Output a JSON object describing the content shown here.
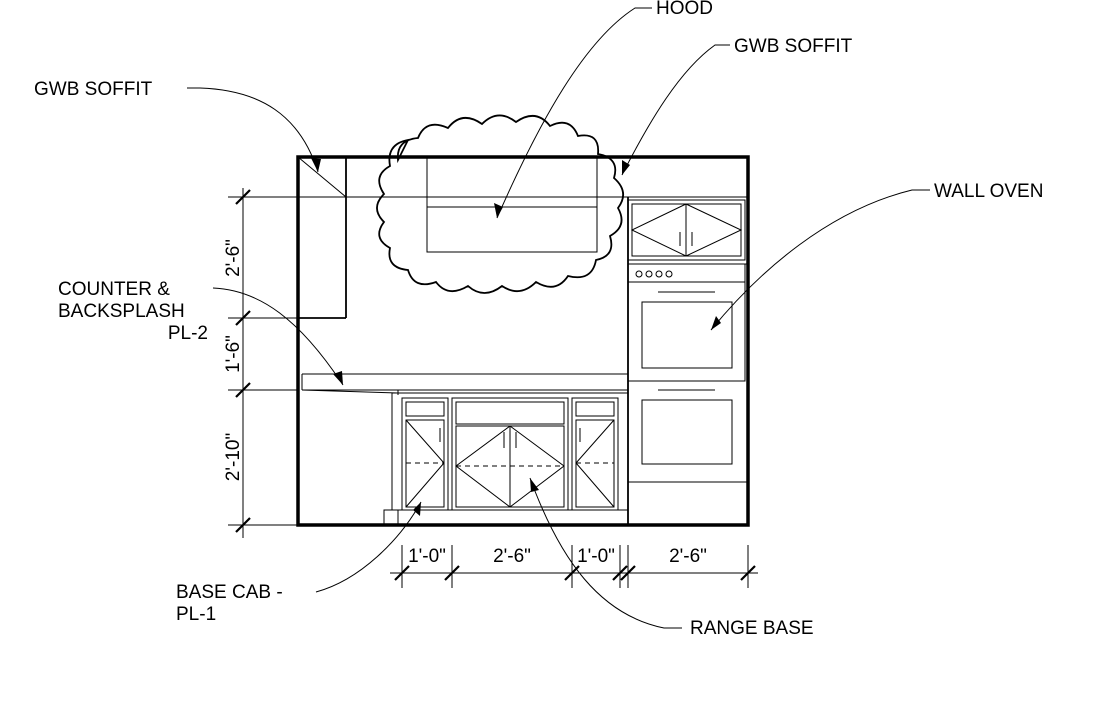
{
  "labels": {
    "hood": "HOOD",
    "gwb_soffit_right": "GWB SOFFIT",
    "gwb_soffit_left": "GWB SOFFIT",
    "wall_oven": "WALL OVEN",
    "counter_line1": "COUNTER &",
    "counter_line2": "BACKSPLASH",
    "counter_line3": "PL-2",
    "base_cab_line1": "BASE CAB -",
    "base_cab_line2": "PL-1",
    "range_base": "RANGE BASE"
  },
  "dimensions": {
    "vertical": [
      "2'-6\"",
      "1'-6\"",
      "2'-10\""
    ],
    "horizontal": [
      "1'-0\"",
      "2'-6\"",
      "1'-0\"",
      "2'-6\""
    ]
  }
}
